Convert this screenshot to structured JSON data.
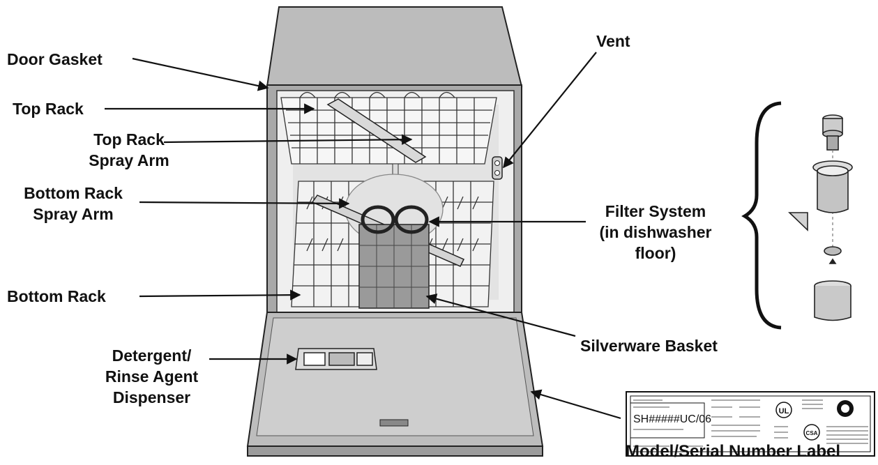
{
  "labels": {
    "door_gasket": "Door Gasket",
    "top_rack": "Top Rack",
    "top_rack_spray_arm": [
      "Top Rack",
      "Spray Arm"
    ],
    "bottom_rack_spray_arm": [
      "Bottom Rack",
      "Spray Arm"
    ],
    "bottom_rack": "Bottom Rack",
    "detergent_dispenser": [
      "Detergent/",
      "Rinse Agent",
      "Dispenser"
    ],
    "vent": "Vent",
    "filter_system": [
      "Filter System",
      "(in dishwasher",
      "floor)"
    ],
    "silverware_basket": "Silverware Basket",
    "model_serial_label": "Model/Serial Number Label"
  },
  "nameplate": {
    "model_number": "SH#####UC/06"
  },
  "icons": {
    "ul_mark": "UL",
    "csa_mark": "CSA"
  },
  "colors": {
    "ink": "#111111",
    "cabinet": "#a9a9a9",
    "interior": "#eeeeee",
    "door": "#bdbdbd"
  }
}
